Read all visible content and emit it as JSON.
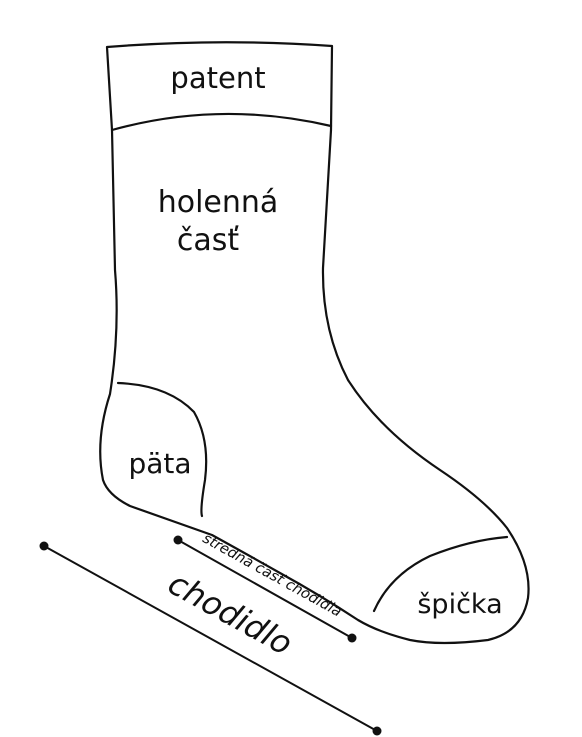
{
  "labels": {
    "cuff": "patent",
    "leg_line1": "holenná",
    "leg_line2": "časť",
    "heel": "päta",
    "toe": "špička",
    "mid_sole": "stredná časť chodidla",
    "sole": "chodidlo"
  },
  "colors": {
    "stroke": "#111111",
    "background": "#ffffff"
  }
}
